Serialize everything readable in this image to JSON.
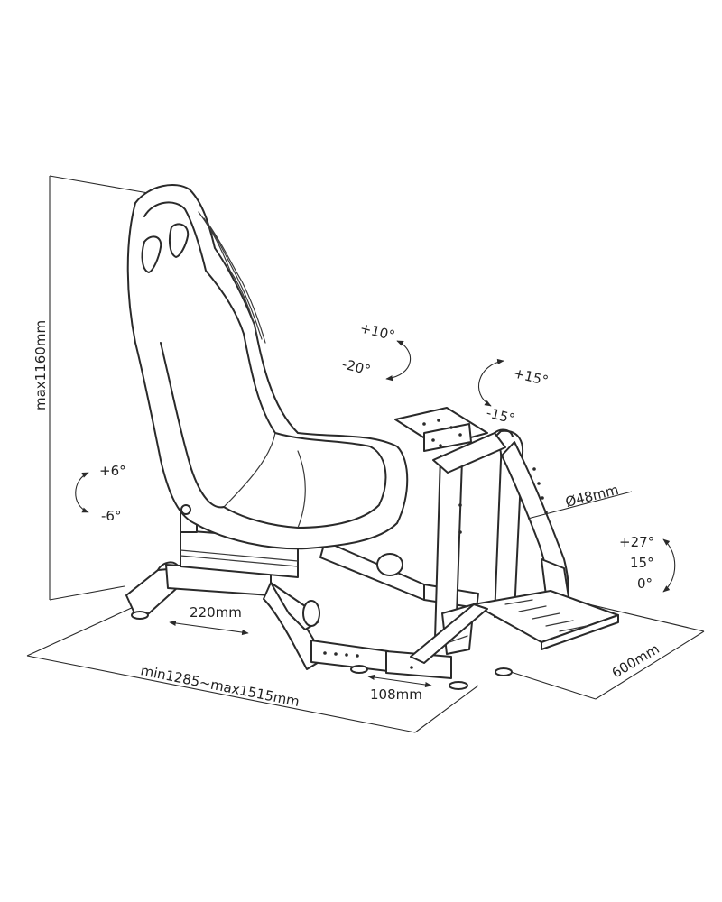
{
  "dimensions": {
    "height": "max1160mm",
    "length": "min1285~max1515mm",
    "width": "600mm",
    "slide": "220mm",
    "pedal_adjust": "108mm",
    "tube": "Ø48mm"
  },
  "angles": {
    "seat_up": "+6°",
    "seat_down": "-6°",
    "wheel_up": "+10°",
    "wheel_down": "-20°",
    "shifter_up": "+15°",
    "shifter_down": "-15°",
    "pedal_max": "+27°",
    "pedal_mid": "15°",
    "pedal_min": "0°"
  }
}
